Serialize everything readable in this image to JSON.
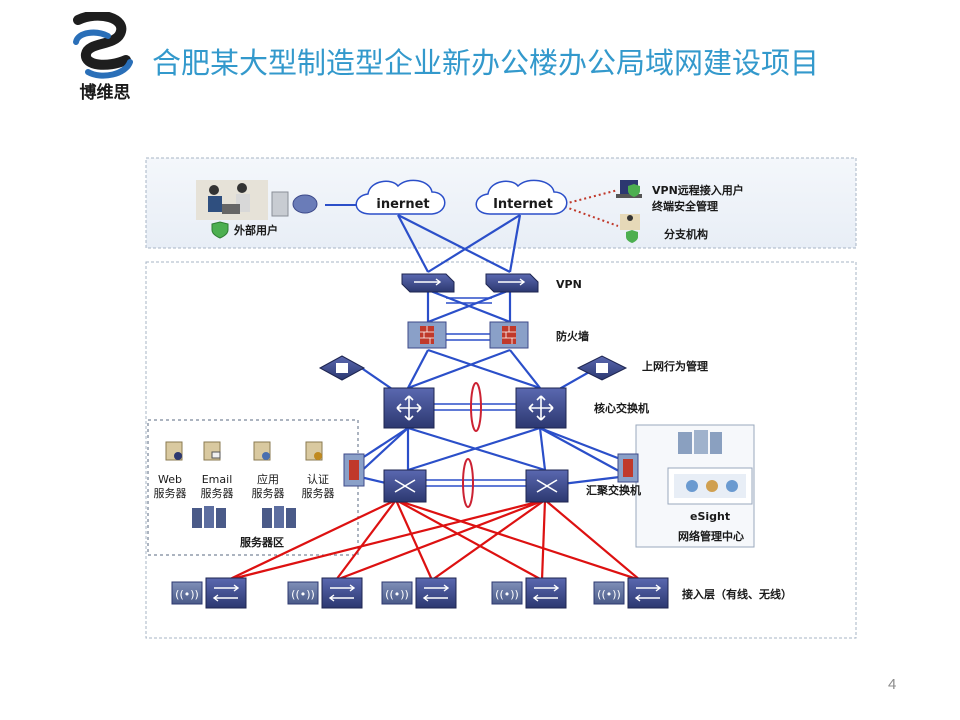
{
  "header": {
    "logo_text": "博维思",
    "title": "合肥某大型制造型企业新办公楼办公局域网建设项目"
  },
  "diagram": {
    "clouds": [
      "inernet",
      "Internet"
    ],
    "external_users_label": "外部用户",
    "vpn_users_label_1": "VPN远程接入用户",
    "vpn_users_label_2": "终端安全管理",
    "branch_label": "分支机构",
    "vpn_label": "VPN",
    "firewall_label": "防火墙",
    "behavior_mgmt_label": "上网行为管理",
    "core_switch_label": "核心交换机",
    "agg_switch_label": "汇聚交换机",
    "servers": [
      {
        "line1": "Web",
        "line2": "服务器"
      },
      {
        "line1": "Email",
        "line2": "服务器"
      },
      {
        "line1": "应用",
        "line2": "服务器"
      },
      {
        "line1": "认证",
        "line2": "服务器"
      }
    ],
    "server_zone_label": "服务器区",
    "esight_label": "eSight",
    "nms_label": "网络管理中心",
    "access_label": "接入层（有线、无线）"
  },
  "page_number": "4",
  "colors": {
    "title": "#3399cc",
    "blue_link": "#2b4fc9",
    "red_link": "#dd1111",
    "device_purple": "#3d4a8a",
    "firewall_red": "#c0392b"
  }
}
